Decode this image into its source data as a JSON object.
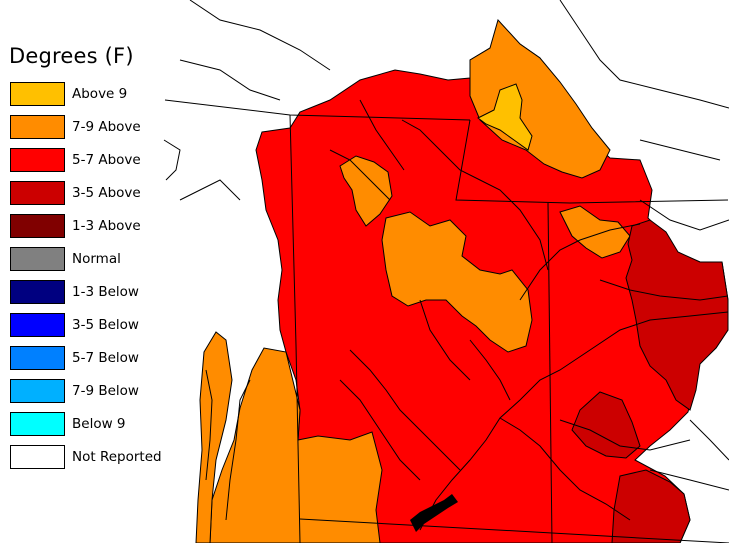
{
  "legend": {
    "title": "Degrees (F)",
    "items": [
      {
        "label": "Above 9",
        "color": "#FFC000"
      },
      {
        "label": "7-9 Above",
        "color": "#FF8C00"
      },
      {
        "label": "5-7 Above",
        "color": "#FF0000"
      },
      {
        "label": "3-5 Above",
        "color": "#CC0000"
      },
      {
        "label": "1-3 Above",
        "color": "#800000"
      },
      {
        "label": "Normal",
        "color": "#808080"
      },
      {
        "label": "1-3 Below",
        "color": "#000080"
      },
      {
        "label": "3-5 Below",
        "color": "#0000FF"
      },
      {
        "label": "5-7 Below",
        "color": "#0080FF"
      },
      {
        "label": "7-9 Below",
        "color": "#00B0FF"
      },
      {
        "label": "Below 9",
        "color": "#00FFFF"
      },
      {
        "label": "Not Reported",
        "color": "#FFFFFF"
      }
    ]
  }
}
